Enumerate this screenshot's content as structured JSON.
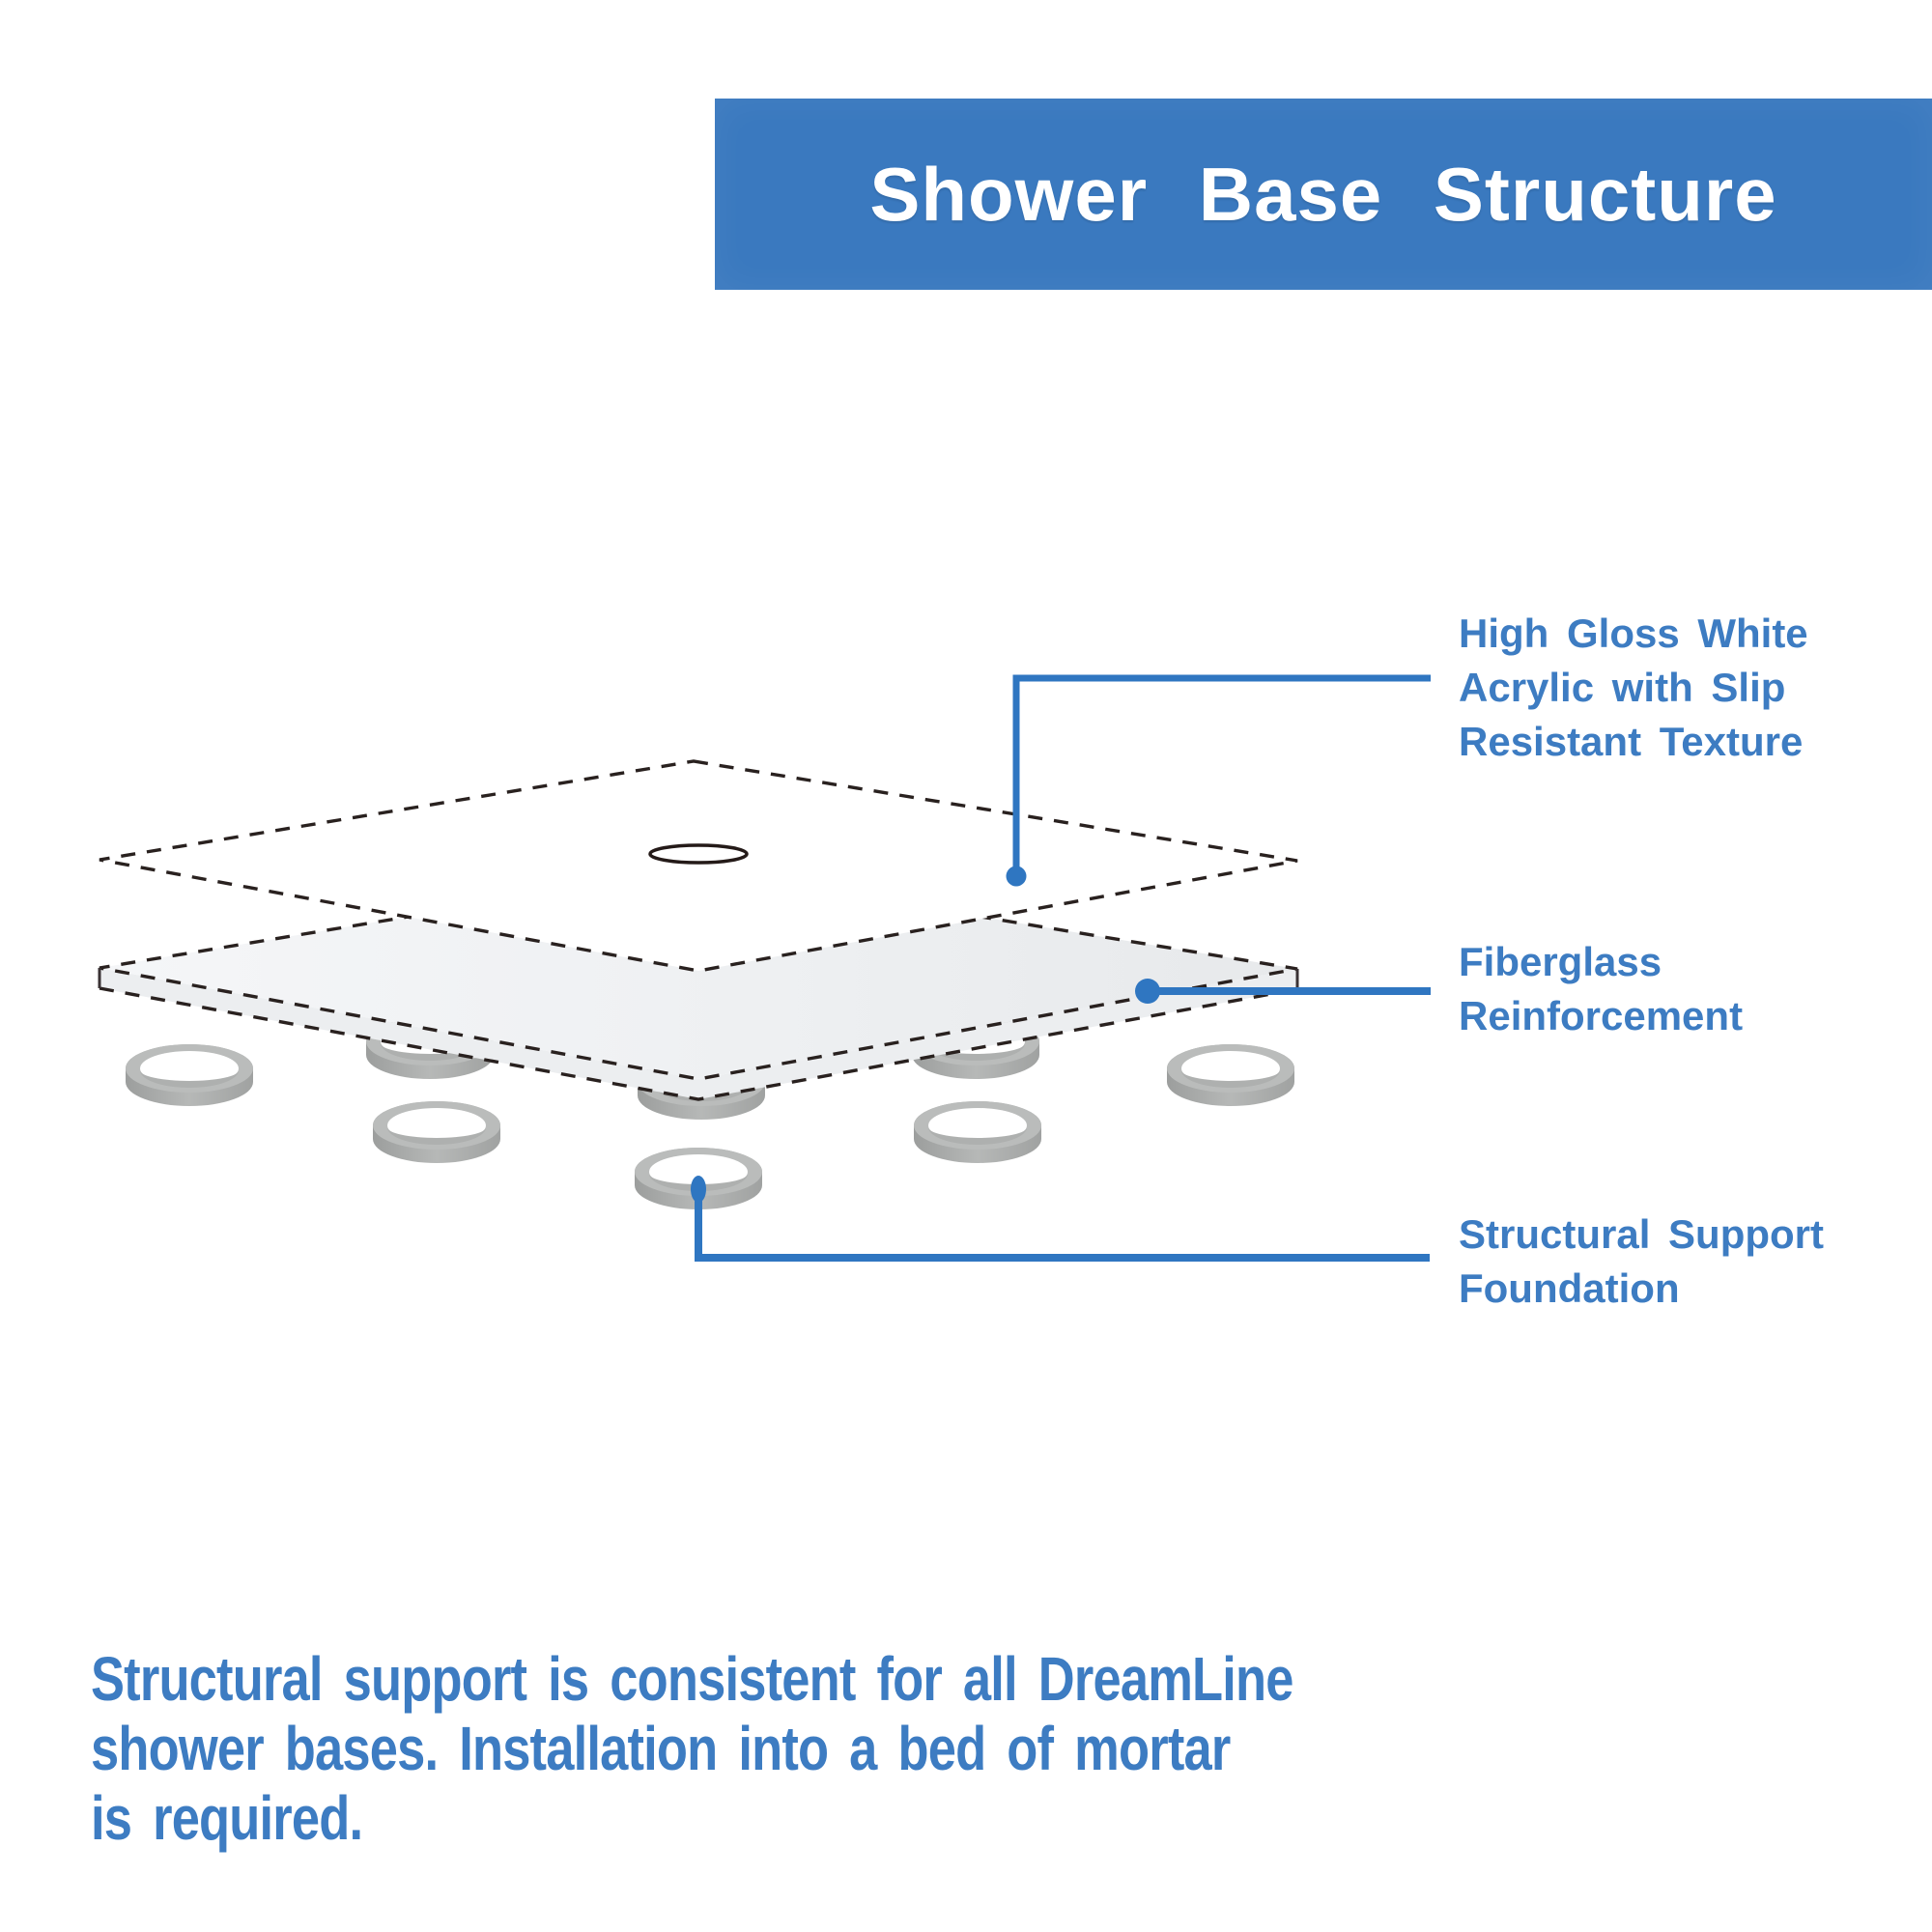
{
  "page": {
    "background": "#ffffff"
  },
  "header": {
    "title": "Shower Base Structure",
    "bg_color": "#3a79bf",
    "text_color": "#ffffff"
  },
  "callouts": [
    {
      "id": "acrylic",
      "lines": [
        "High Gloss White",
        "Acrylic with Slip",
        "Resistant Texture"
      ]
    },
    {
      "id": "fiberglass",
      "lines": [
        "Fiberglass",
        "Reinforcement"
      ]
    },
    {
      "id": "foundation",
      "lines": [
        "Structural Support",
        "Foundation"
      ]
    }
  ],
  "footer": {
    "lines": [
      "Structural support is consistent for all DreamLine",
      "shower bases. Installation into a bed of mortar",
      "is required."
    ]
  },
  "colors": {
    "banner_blue": "#3a79bf",
    "label_blue": "#3d7cc2",
    "connector_blue": "#2f76c1",
    "outline_dark": "#29211f",
    "ring_gray": "#a9abaa",
    "slab_gray": "#edeff1"
  },
  "diagram": {
    "type": "exploded-layer-diagram",
    "layers": [
      "High Gloss White Acrylic with Slip Resistant Texture",
      "Fiberglass Reinforcement",
      "Structural Support Foundation"
    ],
    "support_ring_count": 8,
    "drain_hole": "oval drain opening at center of acrylic layer"
  }
}
